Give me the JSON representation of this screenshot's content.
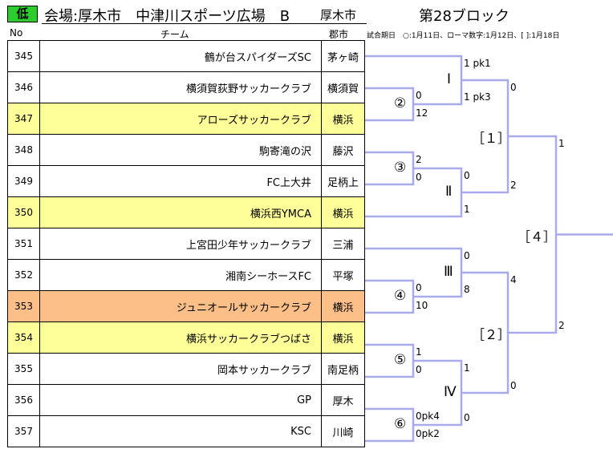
{
  "header": {
    "badge": "低",
    "venue": "会場:厚木市　中津川スポーツ広場　B",
    "city": "厚木市",
    "block": "第28ブロック",
    "col_no": "No",
    "col_team": "チーム",
    "col_city": "郡市",
    "legend": "試合期日　○:1月11日、ローマ数字:1月12日、[ ]:1月18日"
  },
  "colors": {
    "line": "#a9a9ee",
    "yellow": "#ffff99",
    "orange": "#fbbf87",
    "badge": "#2ecc2e"
  },
  "teams": [
    {
      "no": "345",
      "name": "鶴が台スパイダーズSC",
      "city": "茅ヶ崎",
      "hl": ""
    },
    {
      "no": "346",
      "name": "横須賀荻野サッカークラブ",
      "city": "横須賀",
      "hl": ""
    },
    {
      "no": "347",
      "name": "アローズサッカークラブ",
      "city": "横浜",
      "hl": "yellow"
    },
    {
      "no": "348",
      "name": "駒寄滝の沢",
      "city": "藤沢",
      "hl": ""
    },
    {
      "no": "349",
      "name": "FC上大井",
      "city": "足柄上",
      "hl": ""
    },
    {
      "no": "350",
      "name": "横浜西YMCA",
      "city": "横浜",
      "hl": "yellow"
    },
    {
      "no": "351",
      "name": "上宮田少年サッカークラブ",
      "city": "三浦",
      "hl": ""
    },
    {
      "no": "352",
      "name": "湘南シーホースFC",
      "city": "平塚",
      "hl": ""
    },
    {
      "no": "353",
      "name": "ジュニオールサッカークラブ",
      "city": "横浜",
      "hl": "orange"
    },
    {
      "no": "354",
      "name": "横浜サッカークラブつばさ",
      "city": "横浜",
      "hl": "yellow"
    },
    {
      "no": "355",
      "name": "岡本サッカークラブ",
      "city": "南足柄",
      "hl": ""
    },
    {
      "no": "356",
      "name": "GP",
      "city": "厚木",
      "hl": ""
    },
    {
      "no": "357",
      "name": "KSC",
      "city": "川崎",
      "hl": ""
    }
  ],
  "matches": {
    "m2": {
      "label": "②",
      "top": "0",
      "bottom": "12"
    },
    "m3": {
      "label": "③",
      "top": "2",
      "bottom": "0"
    },
    "m4": {
      "label": "④",
      "top": "0",
      "bottom": "10"
    },
    "m5": {
      "label": "⑤",
      "top": "1",
      "bottom": "0"
    },
    "m6": {
      "label": "⑥",
      "top": "0pk4",
      "bottom": "0pk2"
    },
    "mI": {
      "label": "Ⅰ",
      "top": "1 pk1",
      "bottom": "1 pk3"
    },
    "mII": {
      "label": "Ⅱ",
      "top": "0",
      "bottom": "1"
    },
    "mIII": {
      "label": "Ⅲ",
      "top": "0",
      "bottom": "8"
    },
    "mIV": {
      "label": "Ⅳ",
      "top": "1",
      "bottom": "0"
    },
    "r1": {
      "label": "［１］",
      "top": "0",
      "bottom": "2"
    },
    "r2": {
      "label": "［２］",
      "top": "4",
      "bottom": "0"
    },
    "r4": {
      "label": "［４］",
      "top": "1",
      "bottom": "2"
    }
  }
}
